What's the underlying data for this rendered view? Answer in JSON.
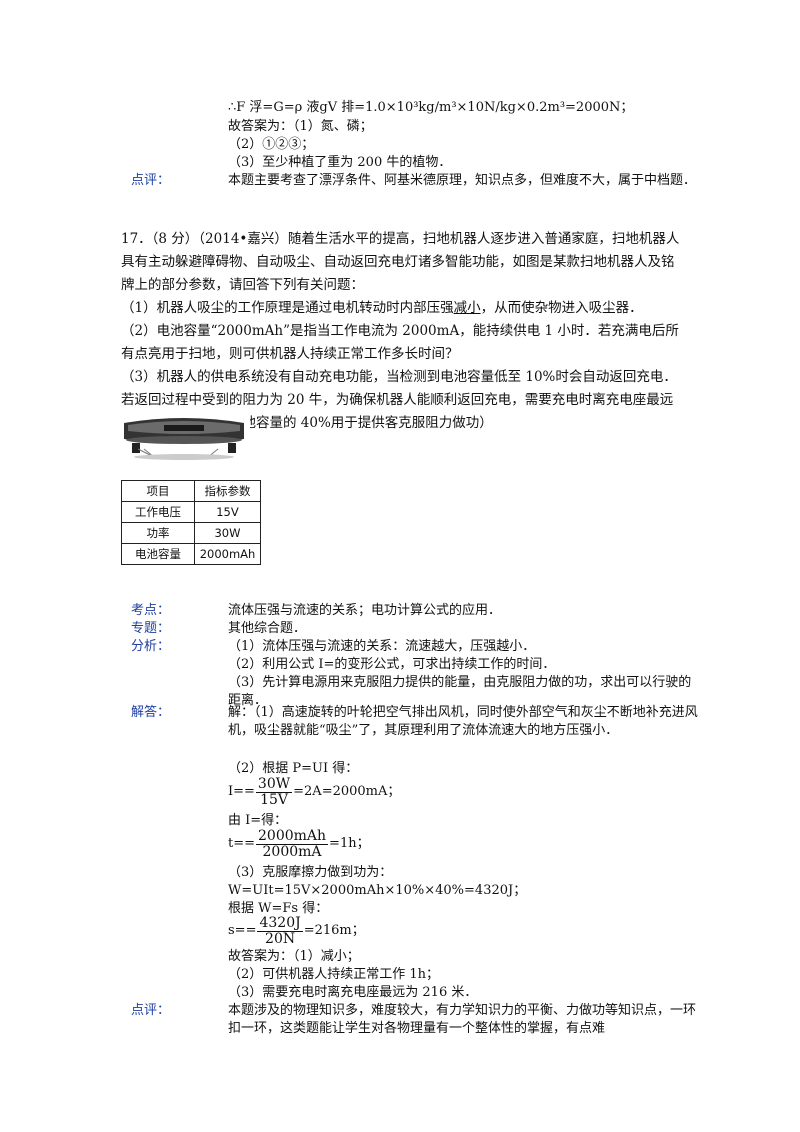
{
  "top": {
    "line1": "∴F 浮=G=ρ 液gV 排=1.0×10³kg/m³×10N/kg×0.2m³=2000N；",
    "ans_intro": "故答案为：（1）氮、磷；",
    "ans2": "（2）①②③；",
    "ans3": "（3）至少种植了重为 200 牛的植物．",
    "dianping_label": "点评：",
    "dianping_text": "本题主要考查了漂浮条件、阿基米德原理，知识点多，但难度不大，属于中档题．"
  },
  "question": {
    "stem": "17．（8 分）（2014•嘉兴）随着生活水平的提高，扫地机器人逐步进入普通家庭，扫地机器人具有主动躲避障碍物、自动吸尘、自动返回充电灯诸多智能功能，如图是某款扫地机器人及铭牌上的部分参数，请回答下列有关问题：",
    "p1_pre": "（1）机器人吸尘的工作原理是通过电机转动时内部压强",
    "p1_blank": "减小",
    "p1_post": "，从而使杂物进入吸尘器．",
    "p2": "（2）电池容量“2000mAh”是指当工作电流为 2000mA，能持续供电 1 小时．若充满电后所有点亮用于扫地，则可供机器人持续正常工作多长时间？",
    "p3": "（3）机器人的供电系统没有自动充电功能，当检测到电池容量低至 10%时会自动返回充电．若返回过程中受到的阻力为 20 牛，为确保机器人能顺利返回充电，需要充电时离充电座最远为多少米？（剩余电池容量的 40%用于提供客克服阻力做功）"
  },
  "spec_table": {
    "header": [
      "项目",
      "指标参数"
    ],
    "rows": [
      [
        "工作电压",
        "15V"
      ],
      [
        "功率",
        "30W"
      ],
      [
        "电池容量",
        "2000mAh"
      ]
    ]
  },
  "analysis": {
    "kaodian_label": "考点：",
    "kaodian": "流体压强与流速的关系；电功计算公式的应用．",
    "zhuanti_label": "专题：",
    "zhuanti": "其他综合题．",
    "fenxi_label": "分析：",
    "fenxi1": "（1）流体压强与流速的关系：流速越大，压强越小．",
    "fenxi2": "（2）利用公式 I=的变形公式，可求出持续工作的时间．",
    "fenxi3": "（3）先计算电源用来克服阻力提供的能量，由克服阻力做的功，求出可以行驶的距离．",
    "jieda_label": "解答：",
    "jieda1": "解：（1）高速旋转的叶轮把空气排出风机，同时使外部空气和灰尘不断地补充进风机，吸尘器就能“吸尘”了，其原理利用了流体流速大的地方压强小．",
    "jieda2": "（2）根据 P=UI 得：",
    "eq1_pre": "I==",
    "eq1_num": "30W",
    "eq1_den": "15V",
    "eq1_post": "=2A=2000mA；",
    "jieda3": "由 I=得：",
    "eq2_pre": "t==",
    "eq2_num": "2000mAh",
    "eq2_den": "2000mA",
    "eq2_post": "=1h；",
    "jieda4": "（3）克服摩擦力做到功为：",
    "eq3": "W=UIt=15V×2000mAh×10%×40%=4320J；",
    "jieda5": "根据 W=Fs 得：",
    "eq4_pre": "s==",
    "eq4_num": "4320J",
    "eq4_den": "20N",
    "eq4_post": "=216m；",
    "ans_intro": "故答案为：（1）减小；",
    "ans2": "（2）可供机器人持续正常工作 1h；",
    "ans3": "（3）需要充电时离充电座最远为 216 米．",
    "dianping_label": "点评：",
    "dianping_text": "本题涉及的物理知识多，难度较大，有力学知识力的平衡、力做功等知识点，一环扣一环，这类题能让学生对各物理量有一个整体性的掌握，有点难"
  }
}
